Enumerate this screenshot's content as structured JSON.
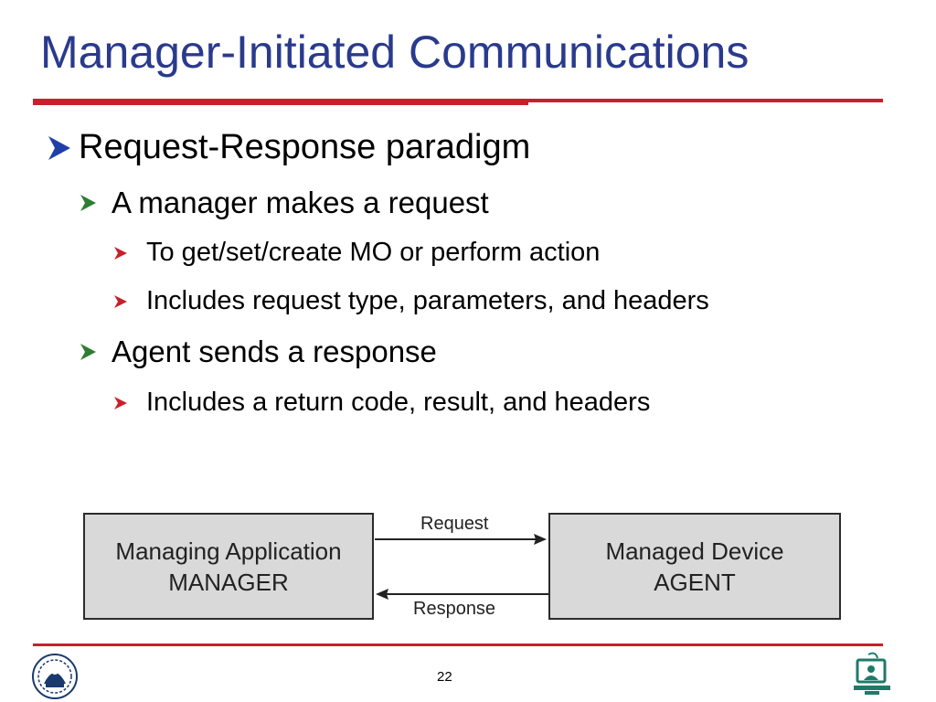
{
  "slide": {
    "title": "Manager-Initiated Communications",
    "bullets": {
      "l1": "Request-Response paradigm",
      "l2a": "A manager makes a request",
      "l3a": "To get/set/create MO or perform action",
      "l3b": "Includes request type, parameters, and headers",
      "l2b": "Agent sends a response",
      "l3c": "Includes a return code, result, and headers"
    },
    "diagram": {
      "manager_line1": "Managing Application",
      "manager_line2": "MANAGER",
      "agent_line1": "Managed Device",
      "agent_line2": "AGENT",
      "request_label": "Request",
      "response_label": "Response"
    },
    "page_number": "22"
  },
  "colors": {
    "title": "#2a3a8c",
    "rule": "#c8202a",
    "bullet_l1": "#1f3fa8",
    "bullet_l2": "#2e7d32",
    "bullet_l3": "#c8202a",
    "box_fill": "#d9d9d9"
  },
  "icons": {
    "logo_left": "university-seal-icon",
    "logo_right": "computer-user-icon"
  }
}
